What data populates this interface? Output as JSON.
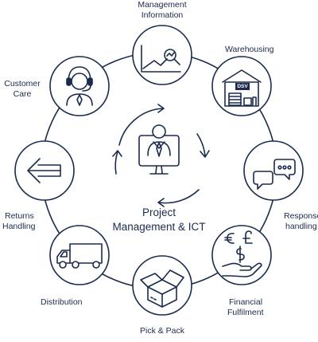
{
  "center": {
    "title_line1": "Project",
    "title_line2": "Management & ICT"
  },
  "nodes": [
    {
      "id": "management-information",
      "icon": "chart-magnifier-icon",
      "label_line1": "Management",
      "label_line2": "Information"
    },
    {
      "id": "warehousing",
      "icon": "warehouse-icon",
      "label_line1": "Warehousing",
      "label_line2": "",
      "badge": "DSV"
    },
    {
      "id": "response-handling",
      "icon": "chat-bubbles-icon",
      "label_line1": "Response",
      "label_line2": "handling"
    },
    {
      "id": "financial-fulfilment",
      "icon": "hand-currency-icon",
      "label_line1": "Financial",
      "label_line2": "Fulfilment"
    },
    {
      "id": "pick-pack",
      "icon": "open-box-icon",
      "label_line1": "Pick & Pack",
      "label_line2": ""
    },
    {
      "id": "distribution",
      "icon": "truck-icon",
      "label_line1": "Distribution",
      "label_line2": ""
    },
    {
      "id": "returns-handling",
      "icon": "arrow-left-icon",
      "label_line1": "Returns",
      "label_line2": "Handling"
    },
    {
      "id": "customer-care",
      "icon": "headset-agent-icon",
      "label_line1": "Customer",
      "label_line2": "Care"
    }
  ],
  "colors": {
    "stroke": "#1a2b4c",
    "background": "#ffffff"
  }
}
